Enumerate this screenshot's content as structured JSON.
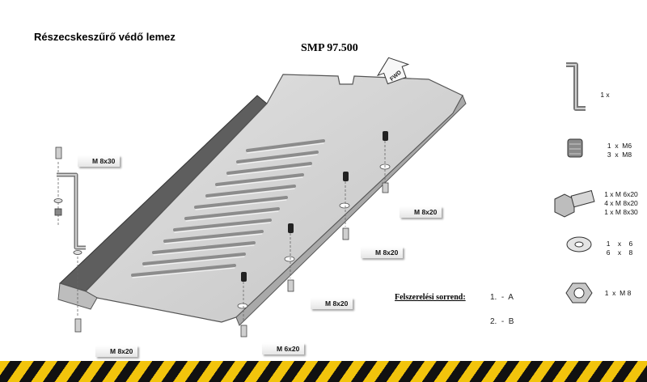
{
  "title": "Részecskeszűrő védő lemez",
  "part_code": "SMP 97.500",
  "fwd_label": "FWD",
  "callouts": {
    "m8x30": "M 8x30",
    "m8x20_right_top": "M 8x20",
    "m8x20_right_mid": "M 8x20",
    "m8x20_bottom_mid": "M 8x20",
    "m8x20_bottom_left": "M 8x20",
    "m6x20": "M 6x20"
  },
  "parts_list": [
    {
      "icon": "bracket-icon",
      "quantity": "1 x"
    },
    {
      "icon": "nut-insert-icon",
      "quantity": "1  x  M6\n3  x  M8"
    },
    {
      "icon": "bolt-icon",
      "quantity": "1 x M 6x20\n4 x M 8x20\n1 x M 8x30"
    },
    {
      "icon": "washer-icon",
      "quantity": "1    x    6\n6    x    8"
    },
    {
      "icon": "hex-nut-icon",
      "quantity": "1  x  M 8"
    }
  ],
  "install_order": {
    "label": "Felszerelési sorrend:",
    "steps": [
      "1.  -  A",
      "2.  -  B"
    ]
  },
  "colors": {
    "plate_fill": "#d4d4d4",
    "plate_edge": "#7a7a7a",
    "hazard_yellow": "#f2c40c",
    "hazard_black": "#111111"
  }
}
